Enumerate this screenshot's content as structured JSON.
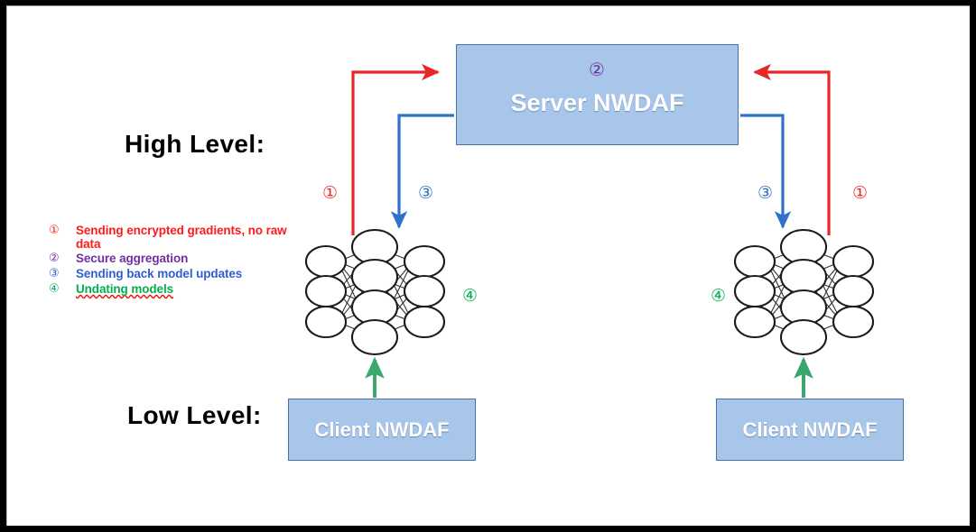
{
  "figure": {
    "levels": {
      "high_label": "High Level:",
      "low_label": "Low Level:"
    },
    "nodes": {
      "server": {
        "label": "Server NWDAF",
        "marker": "②"
      },
      "client_left": {
        "label": "Client NWDAF"
      },
      "client_right": {
        "label": "Client NWDAF"
      }
    },
    "markers": {
      "one_left": "①",
      "three_left": "③",
      "three_right": "③",
      "one_right": "①",
      "four_left": "④",
      "four_right": "④"
    },
    "legend": {
      "items": [
        {
          "num": "①",
          "text": "Sending encrypted gradients, no raw data",
          "color": "#ff1a1a",
          "misspelled": false
        },
        {
          "num": "②",
          "text": "Secure aggregation",
          "color": "#7030a0",
          "misspelled": false
        },
        {
          "num": "③",
          "text": "Sending back model updates",
          "color": "#2f5fd0",
          "misspelled": false
        },
        {
          "num": "④",
          "text": "Undating models",
          "color": "#00af50",
          "misspelled": true
        }
      ]
    },
    "colors": {
      "box_fill": "#a8c6ea",
      "box_border": "#4472a8",
      "red_arrow": "#e8262a",
      "blue_arrow": "#2f72c8",
      "green_arrow": "#3aa76d",
      "purple": "#7030a0",
      "background": "#ffffff",
      "frame": "#000000"
    }
  }
}
